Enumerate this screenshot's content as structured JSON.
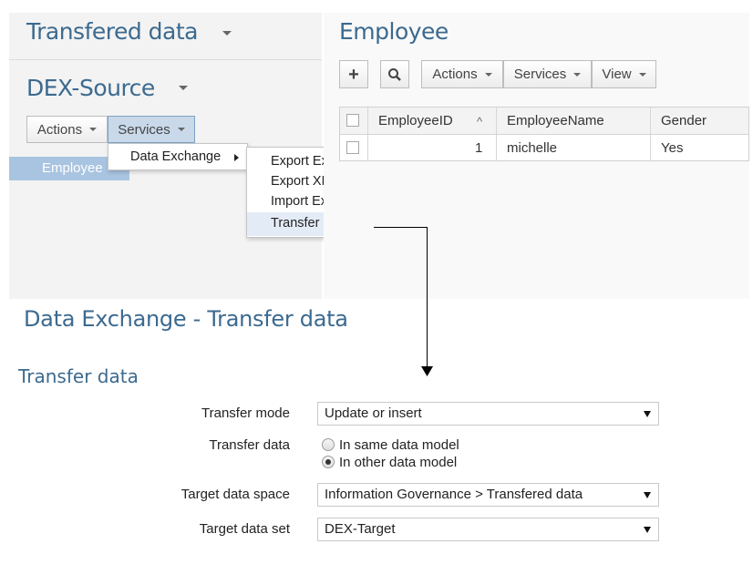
{
  "left": {
    "title": "Transfered data",
    "subtitle": "DEX-Source",
    "actions_label": "Actions",
    "services_label": "Services",
    "selected_item": "Employee"
  },
  "services_menu": {
    "items": [
      {
        "label": "Data Exchange"
      }
    ]
  },
  "data_exchange_menu": {
    "items": [
      {
        "label": "Export Excel"
      },
      {
        "label": "Export XML"
      },
      {
        "label": "Import Excel"
      },
      {
        "label": "Transfer data"
      }
    ],
    "help_label": "?"
  },
  "right": {
    "title": "Employee",
    "add_label": "+",
    "actions_label": "Actions",
    "services_label": "Services",
    "view_label": "View"
  },
  "grid": {
    "columns": [
      "EmployeeID",
      "EmployeeName",
      "Gender"
    ],
    "sort_indicator": "^",
    "rows": [
      {
        "id": "1",
        "name": "michelle",
        "gender": "Yes"
      }
    ]
  },
  "dialog": {
    "title": "Data Exchange - Transfer data",
    "section": "Transfer data",
    "transfer_mode_label": "Transfer mode",
    "transfer_mode_value": "Update or insert",
    "transfer_data_label": "Transfer data",
    "radio_same": "In same data model",
    "radio_other": "In other data model",
    "target_space_label": "Target data space",
    "target_space_value": "Information Governance > Transfered data",
    "target_set_label": "Target data set",
    "target_set_value": "DEX-Target"
  },
  "colors": {
    "title_blue": "#3c6a8f",
    "selected_bg": "#a9c4e0",
    "menu_highlight": "#e3ecf6"
  },
  "icons": [
    "chevron-down-icon",
    "search-icon",
    "plus-icon",
    "chevron-right-icon",
    "sort-asc-icon",
    "help-icon"
  ]
}
